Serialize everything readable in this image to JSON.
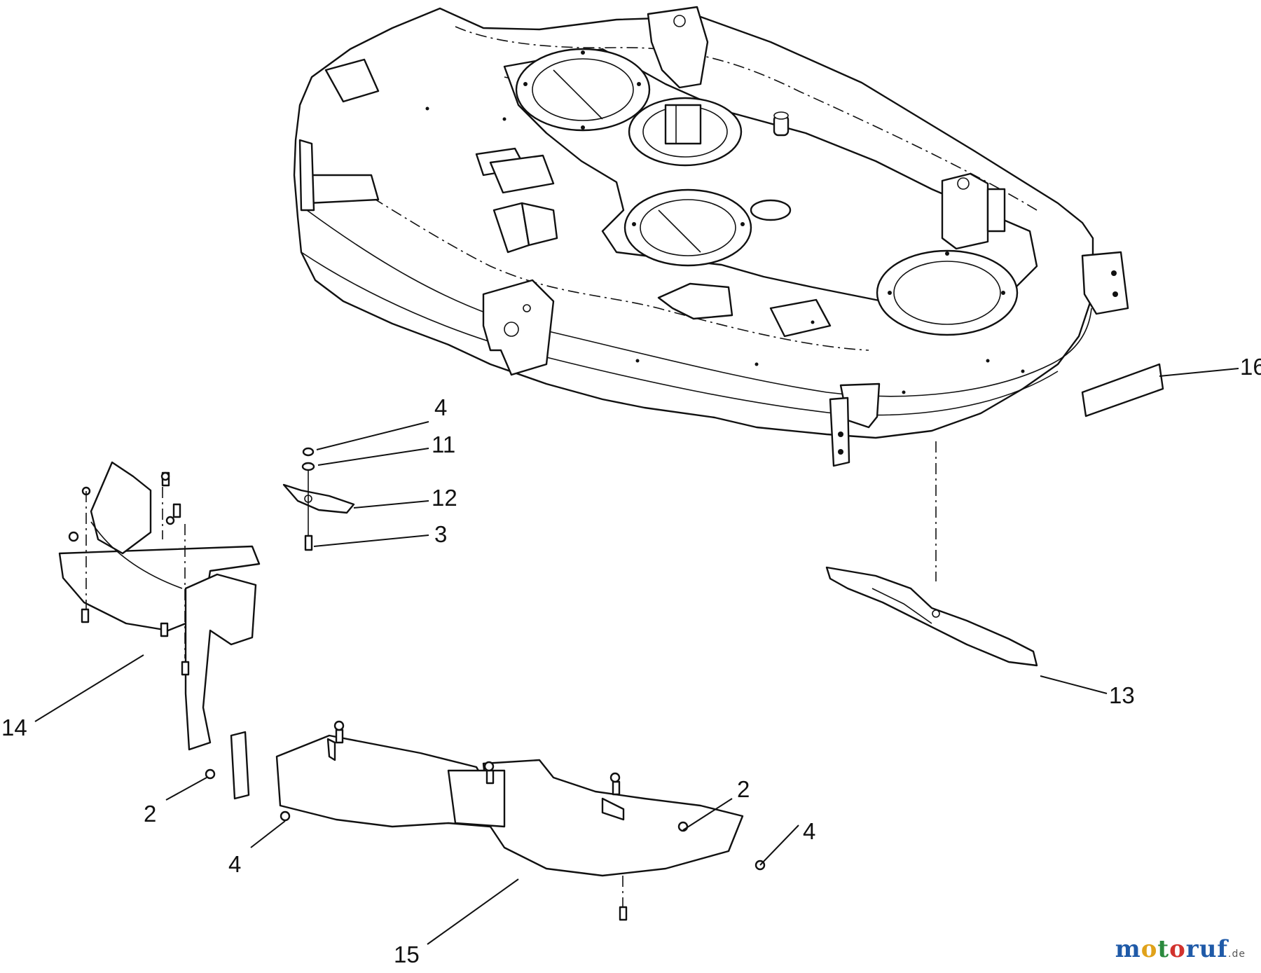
{
  "diagram": {
    "callouts": [
      {
        "id": "c16",
        "label": "16"
      },
      {
        "id": "c4a",
        "label": "4"
      },
      {
        "id": "c11",
        "label": "11"
      },
      {
        "id": "c12",
        "label": "12"
      },
      {
        "id": "c3",
        "label": "3"
      },
      {
        "id": "c13",
        "label": "13"
      },
      {
        "id": "c14",
        "label": "14"
      },
      {
        "id": "c2a",
        "label": "2"
      },
      {
        "id": "c2b",
        "label": "2"
      },
      {
        "id": "c4b",
        "label": "4"
      },
      {
        "id": "c4c",
        "label": "4"
      },
      {
        "id": "c15",
        "label": "15"
      }
    ]
  },
  "watermark": {
    "m": "m",
    "o1": "o",
    "t": "t",
    "o2": "o",
    "rest": "ruf",
    "suffix": ".de"
  }
}
